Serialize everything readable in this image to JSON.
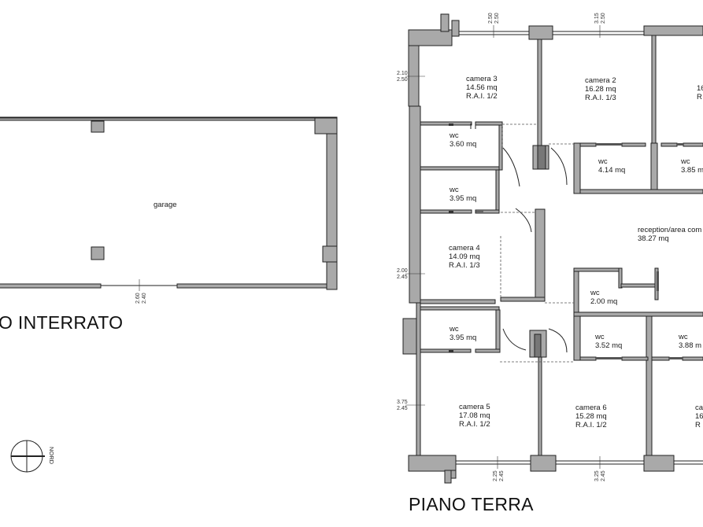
{
  "floors": {
    "basement_title": "O INTERRATO",
    "ground_title": "PIANO TERRA"
  },
  "basement": {
    "room_garage": "garage",
    "dim_entrance": [
      "2.60",
      "2.40"
    ]
  },
  "compass": {
    "label": "NORD"
  },
  "rooms": {
    "camera3": {
      "name": "camera 3",
      "area": "14.56 mq",
      "rai": "R.A.I. 1/2"
    },
    "camera2": {
      "name": "camera 2",
      "area": "16.28 mq",
      "rai": "R.A.I. 1/3"
    },
    "camera1_partial": {
      "name": "16",
      "area": "R"
    },
    "wc_a": {
      "name": "wc",
      "area": "3.60 mq"
    },
    "wc_b": {
      "name": "wc",
      "area": "3.95 mq"
    },
    "wc_c": {
      "name": "wc",
      "area": "4.14 mq"
    },
    "wc_d": {
      "name": "wc",
      "area": "3.85 m"
    },
    "camera4": {
      "name": "camera 4",
      "area": "14.09 mq",
      "rai": "R.A.I. 1/3"
    },
    "reception": {
      "name": "reception/area com",
      "area": "38.27 mq"
    },
    "wc_e": {
      "name": "wc",
      "area": "2.00 mq"
    },
    "wc_f": {
      "name": "wc",
      "area": "3.95 mq"
    },
    "wc_g": {
      "name": "wc",
      "area": "3.52 mq"
    },
    "wc_h": {
      "name": "wc",
      "area": "3.88 m"
    },
    "camera5": {
      "name": "camera 5",
      "area": "17.08 mq",
      "rai": "R.A.I. 1/2"
    },
    "camera6": {
      "name": "camera 6",
      "area": "15.28 mq",
      "rai": "R.A.I. 1/2"
    },
    "camera7_partial": {
      "name": "ca",
      "area": "16",
      "rai": "R"
    }
  },
  "dimensions": {
    "top_1": [
      "2.50",
      "2.50"
    ],
    "top_2": [
      "3.15",
      "2.50"
    ],
    "left_1": [
      "2.10",
      "2.50"
    ],
    "left_2": [
      "2.00",
      "2.45"
    ],
    "left_3": [
      "3.75",
      "2.45"
    ],
    "bottom_1": [
      "2.25",
      "2.45"
    ],
    "bottom_2": [
      "3.25",
      "2.45"
    ]
  },
  "colors": {
    "wall_fill": "#a9a9a9",
    "wall_stroke": "#222222",
    "line": "#222222",
    "dash": "#444444"
  }
}
